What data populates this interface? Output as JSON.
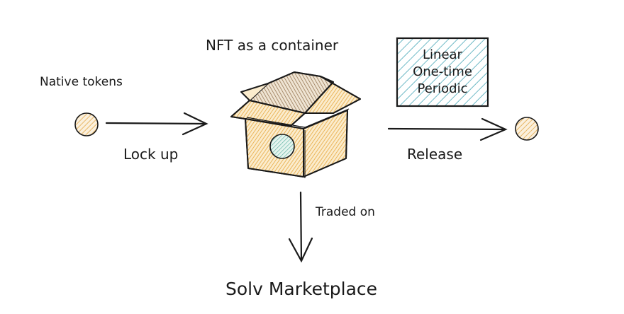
{
  "diagram": {
    "container_label": "NFT as a container",
    "input_label": "Native tokens",
    "lock_label": "Lock up",
    "release_label": "Release",
    "traded_label": "Traded on",
    "marketplace_label": "Solv Marketplace",
    "release_types": [
      "Linear",
      "One-time",
      "Periodic"
    ]
  },
  "colors": {
    "ink": "#1a1a1a",
    "token_fill": "#f2c98a",
    "box_fill": "#f0c36a",
    "box_inner": "#c9a878",
    "inner_token_fill": "#9fd3c7",
    "hatch_blue": "#4aa8b8"
  }
}
